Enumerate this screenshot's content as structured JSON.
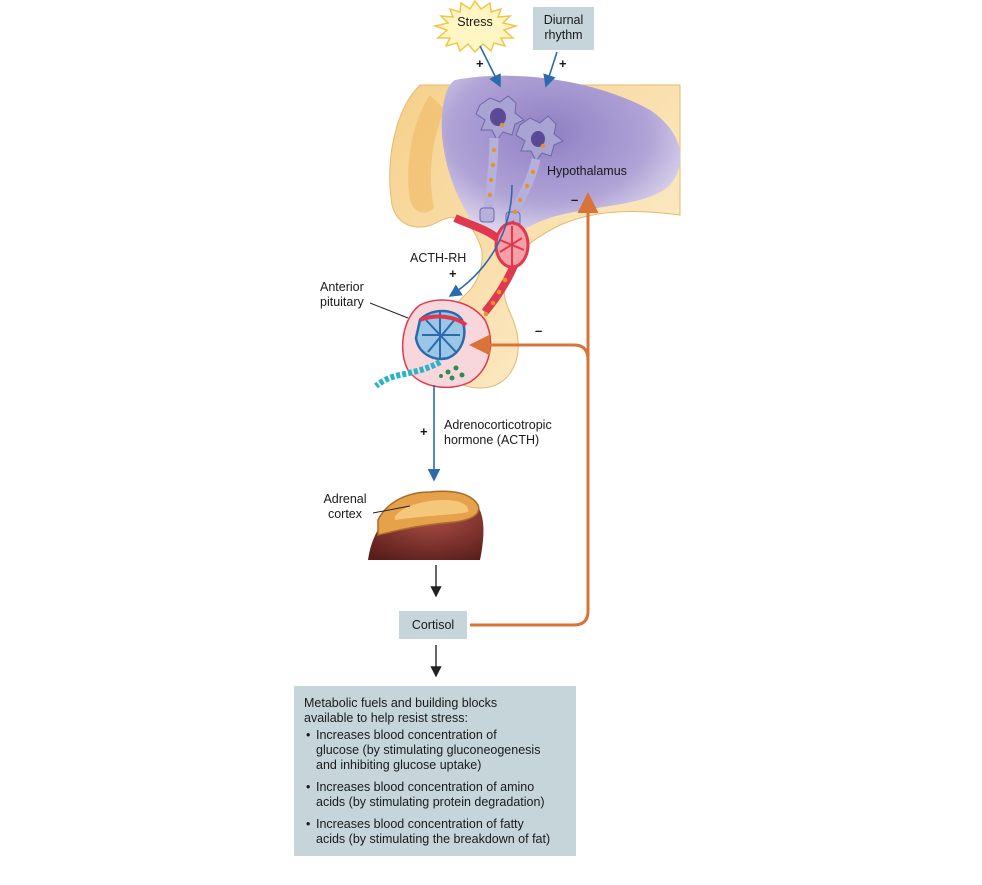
{
  "inputs": {
    "stress": "Stress",
    "diurnal_line1": "Diurnal",
    "diurnal_line2": "rhythm"
  },
  "labels": {
    "hypothalamus": "Hypothalamus",
    "acth_rh": "ACTH-RH",
    "anterior_pituitary_line1": "Anterior",
    "anterior_pituitary_line2": "pituitary",
    "acth_line1": "Adrenocorticotropic",
    "acth_line2": "hormone (ACTH)",
    "adrenal_cortex_line1": "Adrenal",
    "adrenal_cortex_line2": "cortex",
    "cortisol": "Cortisol"
  },
  "signs": {
    "stress": "+",
    "diurnal": "+",
    "acth_rh": "+",
    "acth": "+",
    "feedback_hypothalamus": "–",
    "feedback_pituitary": "–"
  },
  "effects": {
    "heading_line1": "Metabolic fuels and building blocks",
    "heading_line2": "available to help resist stress:",
    "items": [
      {
        "line1": "Increases blood concentration of",
        "line2": "glucose (by stimulating gluconeogenesis",
        "line3": "and inhibiting glucose uptake)"
      },
      {
        "line1": "Increases blood concentration of amino",
        "line2": "acids (by stimulating protein degradation)",
        "line3": ""
      },
      {
        "line1": "Increases blood concentration of fatty",
        "line2": "acids (by stimulating the breakdown of fat)",
        "line3": ""
      }
    ]
  },
  "colors": {
    "stimulation_arrow": "#2a6aad",
    "feedback_arrow": "#d9733a",
    "label_box": "#c5d5da",
    "brain_tissue": "#7a68b0",
    "outer_tissue": "#f2c57a"
  }
}
